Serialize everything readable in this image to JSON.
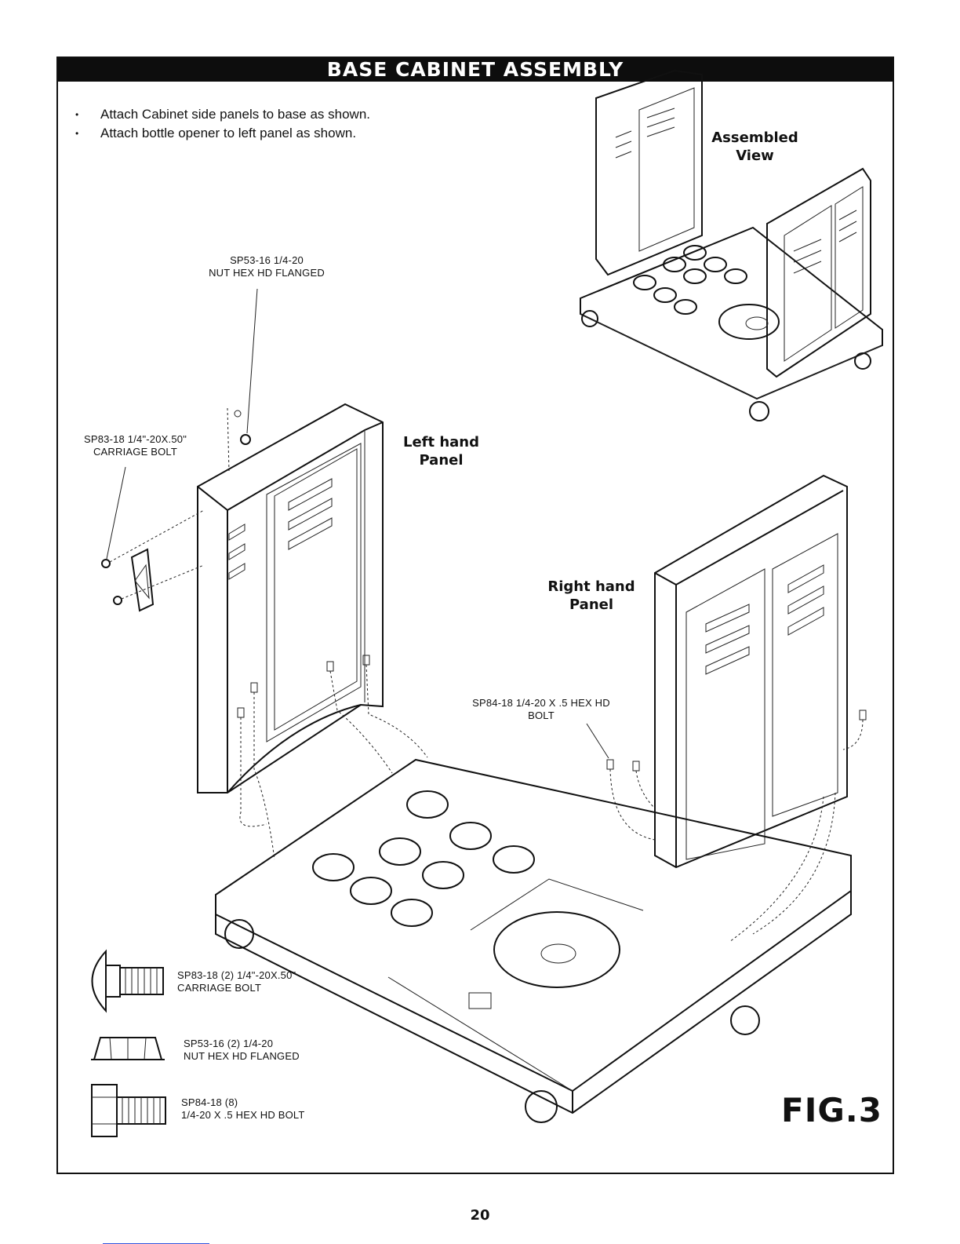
{
  "page": {
    "title": "BASE CABINET ASSEMBLY",
    "instructions": [
      "Attach Cabinet side panels to base as shown.",
      "Attach bottle opener to left panel as shown."
    ],
    "fig_label": "FIG.3",
    "page_number": "20"
  },
  "views": {
    "assembled": {
      "line1": "Assembled",
      "line2": "View"
    },
    "left_panel": {
      "line1": "Left hand",
      "line2": "Panel"
    },
    "right_panel": {
      "line1": "Right hand",
      "line2": "Panel"
    }
  },
  "callouts": {
    "nut": {
      "line1": "SP53-16 1/4-20",
      "line2": "NUT HEX HD FLANGED"
    },
    "carriage_bolt": {
      "line1": "SP83-18 1/4\"-20X.50\"",
      "line2": "CARRIAGE BOLT"
    },
    "hex_bolt": {
      "line1": "SP84-18  1/4-20 X .5 HEX HD",
      "line2": "BOLT"
    }
  },
  "hardware_legend": [
    {
      "icon": "carriage-bolt-icon",
      "line1": "SP83-18  (2) 1/4\"-20X.50\"",
      "line2": "CARRIAGE BOLT"
    },
    {
      "icon": "hex-nut-icon",
      "line1": "SP53-16 (2)  1/4-20",
      "line2": "NUT HEX HD FLANGED"
    },
    {
      "icon": "hex-bolt-icon",
      "line1": "SP84-18  (8)",
      "line2": "1/4-20 X .5 HEX HD BOLT"
    }
  ]
}
